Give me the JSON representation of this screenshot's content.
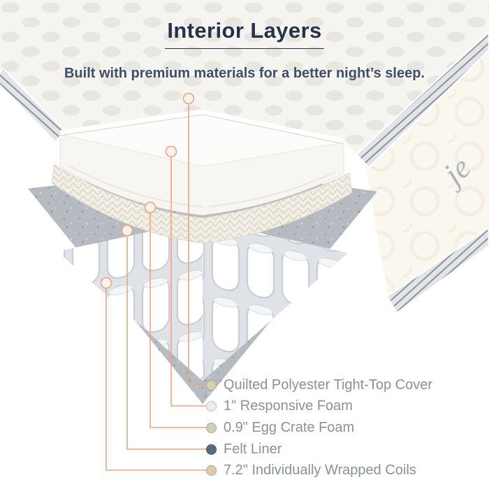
{
  "header": {
    "title": "Interior Layers",
    "subtitle": "Built with premium materials for a better night’s sleep."
  },
  "colors": {
    "title": "#25324a",
    "subtitle": "#3e4e63",
    "legend_text": "#8a919b",
    "callout": "#e8a583"
  },
  "brand": {
    "side_text": "je"
  },
  "legend": {
    "items": [
      {
        "label": "Quilted Polyester Tight-Top Cover",
        "color": "#d8cfae"
      },
      {
        "label": "1\" Responsive Foam",
        "color": "#eceaf4"
      },
      {
        "label": "0.9\" Egg Crate Foam",
        "color": "#d2ccbd"
      },
      {
        "label": "Felt Liner",
        "color": "#5c6a80"
      },
      {
        "label": "7.2\" Individually Wrapped Coils",
        "color": "#dbcba7"
      }
    ]
  }
}
